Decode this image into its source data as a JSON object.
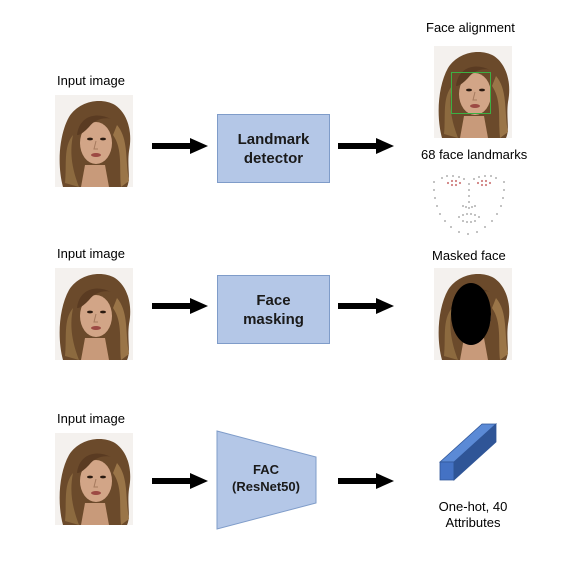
{
  "rows": [
    {
      "input_label": "Input image",
      "process_lines": [
        "Landmark",
        "detector"
      ],
      "output_top_label": "Face alignment",
      "output_mid_label": "68 face landmarks"
    },
    {
      "input_label": "Input image",
      "process_lines": [
        "Face",
        "masking"
      ],
      "output_top_label": "Masked face"
    },
    {
      "input_label": "Input image",
      "process_lines": [
        "FAC",
        "(ResNet50)"
      ],
      "output_bottom_lines": [
        "One-hot, 40",
        "Attributes"
      ]
    }
  ],
  "colors": {
    "process_fill": "#b4c7e7",
    "process_border": "#7f9cc9",
    "arrow": "#000000",
    "bar_front": "#4472c4",
    "bar_side": "#2f5597",
    "alignment_box": "#3cb043"
  },
  "icons": [
    "face-photo-image",
    "arrow-right-icon",
    "landmark-dots-image",
    "3d-bar-icon"
  ]
}
